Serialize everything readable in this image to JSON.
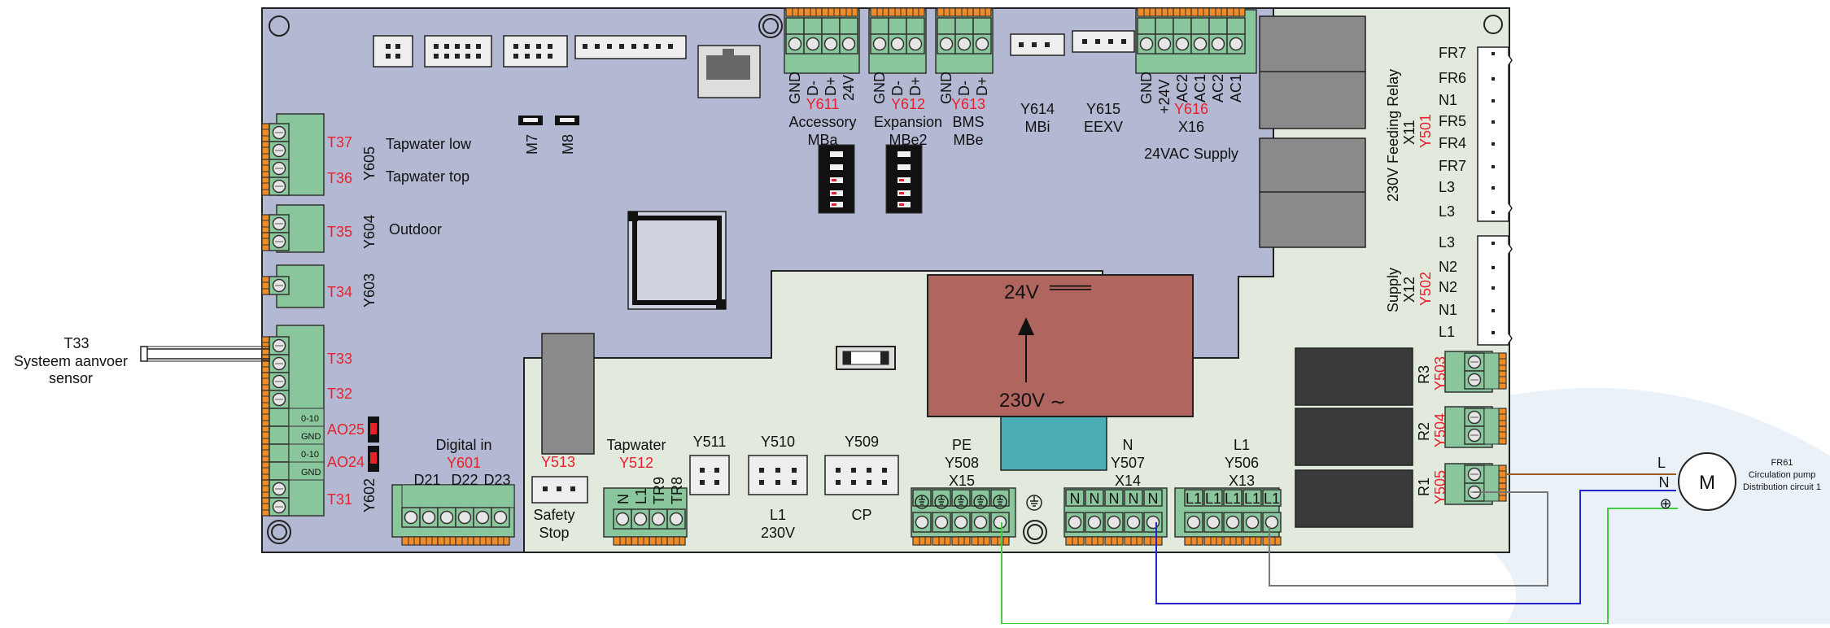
{
  "colors": {
    "board_blue": "#b4b9d3",
    "board_green": "#e1eadc",
    "terminal_green": "#8ac69b",
    "terminal_orange": "#f08c28",
    "label_red": "#e8202a",
    "transformer": "#b0655f",
    "transformer_base": "#4aaeb4",
    "relay_dark": "#3a3a3a",
    "wire_brown": "#9b5a1e",
    "wire_blue": "#2424c8",
    "wire_green": "#44cc44",
    "wire_gray": "#777777"
  },
  "sensor": {
    "name": "T33",
    "line1": "Systeem aanvoer",
    "line2": "sensor"
  },
  "left_terminals": {
    "t37": "T37",
    "t36": "T36",
    "tapwater_low": "Tapwater low",
    "tapwater_top": "Tapwater top",
    "y605": "Y605",
    "t35": "T35",
    "outdoor": "Outdoor",
    "y604": "Y604",
    "t34": "T34",
    "y603": "Y603",
    "t33": "T33",
    "t32": "T32",
    "ao25": "AO25",
    "ao24": "AO24",
    "t31": "T31",
    "y602": "Y602",
    "tag_010_a": "0-10",
    "tag_gnd_a": "GND",
    "tag_010_b": "0-10",
    "tag_gnd_b": "GND"
  },
  "jumpers": {
    "m7": "M7",
    "m8": "M8"
  },
  "digital_in": {
    "title": "Digital in",
    "id": "Y601",
    "d21": "D21",
    "d22": "D22",
    "d23": "D23"
  },
  "safety": {
    "id": "Y513",
    "line1": "Safety",
    "line2": "Stop"
  },
  "tapwater": {
    "title": "Tapwater",
    "id": "Y512",
    "pins": [
      "N",
      "L1",
      "TR9",
      "TR8"
    ]
  },
  "y511": {
    "id": "Y511"
  },
  "y510": {
    "id": "Y510",
    "line1": "L1",
    "line2": "230V"
  },
  "y509": {
    "id": "Y509",
    "line1": "CP"
  },
  "pe": {
    "title": "PE",
    "id": "Y508",
    "x": "X15"
  },
  "n_block": {
    "title": "N",
    "id": "Y507",
    "x": "X14",
    "pin": "N"
  },
  "l1_block": {
    "title": "L1",
    "id": "Y506",
    "x": "X13",
    "pin": "L1"
  },
  "y611": {
    "pins": [
      "GND",
      "D-",
      "D+",
      "24V"
    ],
    "id": "Y611",
    "line1": "Accessory",
    "line2": "MBa"
  },
  "y612": {
    "pins": [
      "GND",
      "D-",
      "D+"
    ],
    "id": "Y612",
    "line1": "Expansion",
    "line2": "MBe2"
  },
  "y613": {
    "pins": [
      "GND",
      "D-",
      "D+"
    ],
    "id": "Y613",
    "line1": "BMS",
    "line2": "MBe"
  },
  "y614": {
    "id": "Y614",
    "line1": "MBi"
  },
  "y615": {
    "id": "Y615",
    "line1": "EEXV"
  },
  "y616": {
    "pins": [
      "GND",
      "+24V",
      "AC2",
      "AC1",
      "AC2",
      "AC1"
    ],
    "id": "Y616",
    "x": "X16",
    "caption": "24VAC Supply"
  },
  "feeding": {
    "title": "230V Feeding Relay",
    "x": "X11",
    "id": "Y501",
    "pins": [
      "FR7",
      "FR6",
      "N1",
      "FR5",
      "FR4",
      "FR7",
      "L3",
      "L3"
    ]
  },
  "supply": {
    "title": "Supply",
    "x": "X12",
    "id": "Y502",
    "pins": [
      "L3",
      "N2",
      "N2",
      "N1",
      "L1"
    ]
  },
  "transformer": {
    "v24": "24V",
    "v230": "230V",
    "dc_symbol": "═══",
    "ac_symbol": "∼"
  },
  "relays": [
    {
      "r": "R3",
      "id": "Y503"
    },
    {
      "r": "R2",
      "id": "Y504"
    },
    {
      "r": "R1",
      "id": "Y505"
    }
  ],
  "pump": {
    "symbol": "M",
    "code": "FR61",
    "line1": "Circulation pump",
    "line2": "Distribution circuit 1",
    "l": "L",
    "n": "N",
    "pe": "⊕"
  }
}
